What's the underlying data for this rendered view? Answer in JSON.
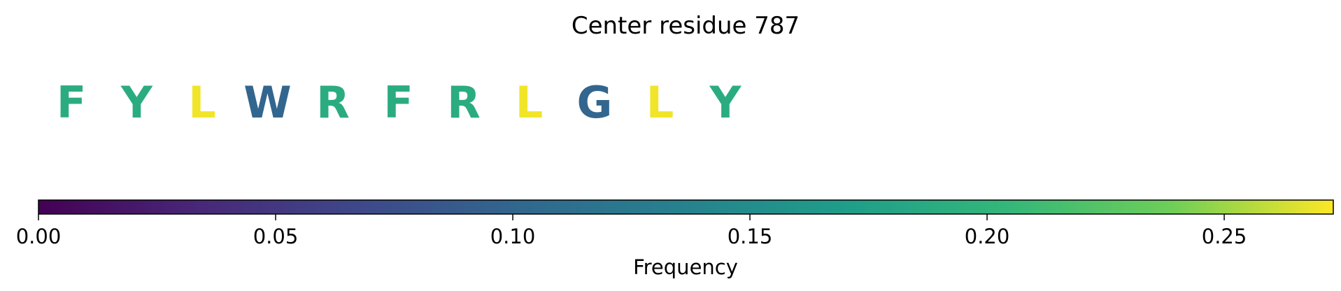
{
  "chart_data": {
    "type": "heatmap",
    "title": "Center residue 787",
    "residues": [
      {
        "letter": "F",
        "frequency": 0.19
      },
      {
        "letter": "Y",
        "frequency": 0.19
      },
      {
        "letter": "L",
        "frequency": 0.27
      },
      {
        "letter": "W",
        "frequency": 0.1
      },
      {
        "letter": "R",
        "frequency": 0.19
      },
      {
        "letter": "F",
        "frequency": 0.19
      },
      {
        "letter": "R",
        "frequency": 0.19
      },
      {
        "letter": "L",
        "frequency": 0.27
      },
      {
        "letter": "G",
        "frequency": 0.1
      },
      {
        "letter": "L",
        "frequency": 0.27
      },
      {
        "letter": "Y",
        "frequency": 0.19
      }
    ],
    "colorbar": {
      "label": "Frequency",
      "colormap": "viridis",
      "range": [
        0,
        0.273
      ],
      "ticks": [
        "0.00",
        "0.05",
        "0.10",
        "0.15",
        "0.20",
        "0.25"
      ],
      "tick_values": [
        0,
        0.05,
        0.1,
        0.15,
        0.2,
        0.25
      ]
    }
  }
}
